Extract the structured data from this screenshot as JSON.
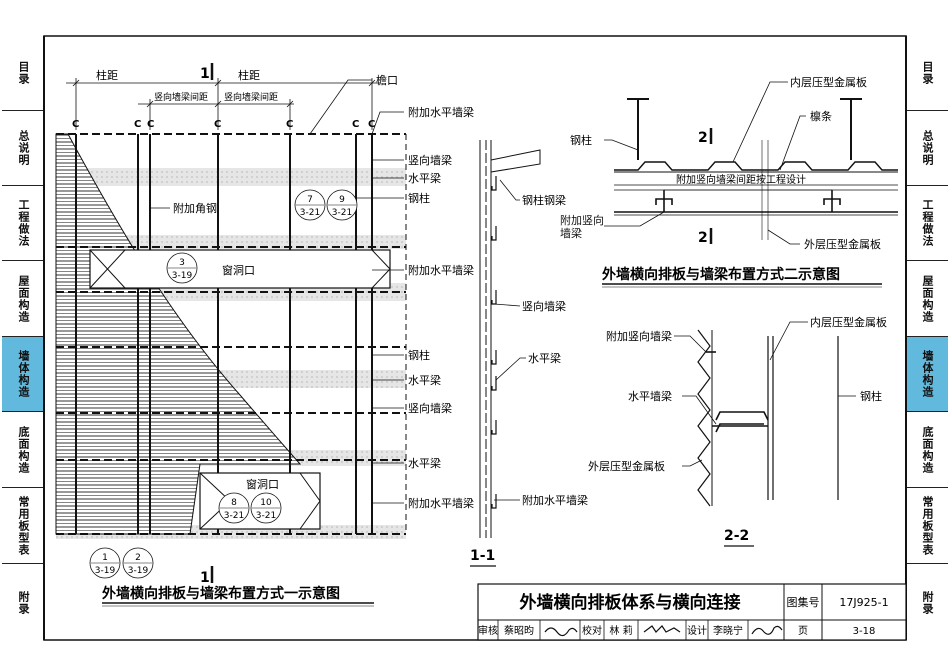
{
  "sidebar": {
    "tabs": [
      {
        "label": "目录",
        "active": false
      },
      {
        "label": "总说明",
        "active": false
      },
      {
        "label": "工程做法",
        "active": false
      },
      {
        "label": "屋面构造",
        "active": false
      },
      {
        "label": "墙体构造",
        "active": true
      },
      {
        "label": "底面构造",
        "active": false
      },
      {
        "label": "常用板型表",
        "active": false
      },
      {
        "label": "附录",
        "active": false
      }
    ],
    "active_color": "#62b9de"
  },
  "diagram1": {
    "title": "外墙横向排板与墙梁布置方式一示意图",
    "section_mark": "1",
    "dim_column": "柱距",
    "dim_beam": "竖向墙梁间距",
    "label_eave": "檐口",
    "label_add_hbeam": "附加水平墙梁",
    "label_vbeam": "竖向墙梁",
    "label_hbeam": "水平梁",
    "label_column": "钢柱",
    "label_corner": "附加角钢",
    "label_window": "窗洞口",
    "col_mark": "C",
    "refs": {
      "r1": {
        "n": "1",
        "p": "3-19"
      },
      "r2": {
        "n": "2",
        "p": "3-19"
      },
      "r3": {
        "n": "3",
        "p": "3-19"
      },
      "r7": {
        "n": "7",
        "p": "3-21"
      },
      "r8": {
        "n": "8",
        "p": "3-21"
      },
      "r9": {
        "n": "9",
        "p": "3-21"
      },
      "r10": {
        "n": "10",
        "p": "3-21"
      }
    }
  },
  "section11": {
    "title": "1-1",
    "label_col_beam": "钢柱钢梁",
    "label_vbeam": "竖向墙梁",
    "label_hbeam": "水平梁",
    "label_add_hbeam": "附加水平墙梁"
  },
  "diagram2": {
    "title": "外墙横向排板与墙梁布置方式二示意图",
    "section_mark": "2",
    "label_inner_panel": "内层压型金属板",
    "label_purlin": "檩条",
    "label_column": "钢柱",
    "label_spacing": "附加竖向墙梁间距按工程设计",
    "label_add_vbeam": "附加竖向墙梁",
    "label_outer_panel": "外层压型金属板"
  },
  "section22": {
    "title": "2-2",
    "label_add_vbeam": "附加竖向墙梁",
    "label_inner_panel": "内层压型金属板",
    "label_hbeam": "水平墙梁",
    "label_column": "钢柱",
    "label_outer_panel": "外层压型金属板"
  },
  "titleblock": {
    "title": "外墙横向排板体系与横向连接",
    "atlas_label": "图集号",
    "atlas_no": "17J925-1",
    "review_label": "审核",
    "review_name": "蔡昭昀",
    "check_label": "校对",
    "check_name": "林 莉",
    "design_label": "设计",
    "design_name": "李晓宁",
    "page_label": "页",
    "page_no": "3-18"
  }
}
